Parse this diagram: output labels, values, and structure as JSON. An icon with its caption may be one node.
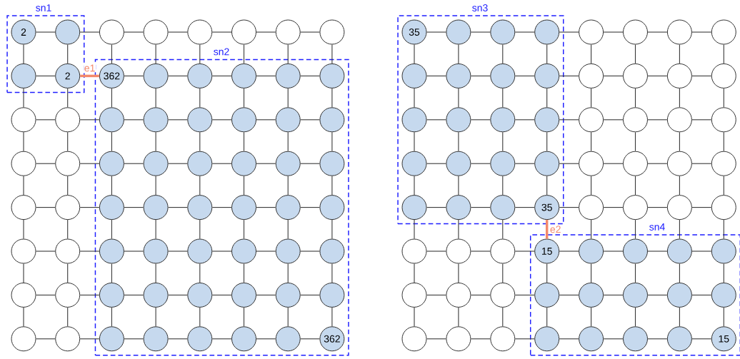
{
  "diagram": {
    "nodes": [
      {
        "text": [
          "sn1"
        ]
      },
      {
        "text": [
          "sn2"
        ]
      },
      {
        "text": [
          "sn3"
        ]
      },
      {
        "text": [
          "sn4"
        ]
      },
      {
        "text": [
          "2"
        ],
        "in": 0
      },
      {
        "text": [],
        "shape": "circle",
        "in": 0
      },
      {
        "text": [],
        "shape": "circle"
      },
      {
        "text": [],
        "shape": "circle"
      },
      {
        "text": [],
        "shape": "circle"
      },
      {
        "text": [],
        "shape": "circle"
      },
      {
        "text": [],
        "shape": "circle"
      },
      {
        "text": [],
        "shape": "circle"
      },
      {
        "text": [],
        "shape": "circle",
        "in": 0
      },
      {
        "text": [
          "2"
        ],
        "in": 0
      },
      {
        "text": [
          "362"
        ],
        "in": 1
      },
      {
        "text": [],
        "shape": "circle",
        "in": 1
      },
      {
        "text": [],
        "shape": "circle",
        "in": 1
      },
      {
        "text": [],
        "shape": "circle",
        "in": 1
      },
      {
        "text": [],
        "shape": "circle",
        "in": 1
      },
      {
        "text": [],
        "shape": "circle",
        "in": 1
      },
      {
        "text": [],
        "shape": "circle"
      },
      {
        "text": [],
        "shape": "circle"
      },
      {
        "text": [],
        "shape": "circle",
        "in": 1
      },
      {
        "text": [],
        "shape": "circle",
        "in": 1
      },
      {
        "text": [],
        "shape": "circle",
        "in": 1
      },
      {
        "text": [],
        "shape": "circle",
        "in": 1
      },
      {
        "text": [],
        "shape": "circle",
        "in": 1
      },
      {
        "text": [],
        "shape": "circle",
        "in": 1
      },
      {
        "text": [],
        "shape": "circle"
      },
      {
        "text": [],
        "shape": "circle"
      },
      {
        "text": [],
        "shape": "circle",
        "in": 1
      },
      {
        "text": [],
        "shape": "circle",
        "in": 1
      },
      {
        "text": [],
        "shape": "circle",
        "in": 1
      },
      {
        "text": [],
        "shape": "circle",
        "in": 1
      },
      {
        "text": [],
        "shape": "circle",
        "in": 1
      },
      {
        "text": [],
        "shape": "circle",
        "in": 1
      },
      {
        "text": [],
        "shape": "circle"
      },
      {
        "text": [],
        "shape": "circle"
      },
      {
        "text": [],
        "shape": "circle",
        "in": 1
      },
      {
        "text": [],
        "shape": "circle",
        "in": 1
      },
      {
        "text": [],
        "shape": "circle",
        "in": 1
      },
      {
        "text": [],
        "shape": "circle",
        "in": 1
      },
      {
        "text": [],
        "shape": "circle",
        "in": 1
      },
      {
        "text": [],
        "shape": "circle",
        "in": 1
      },
      {
        "text": [],
        "shape": "circle"
      },
      {
        "text": [],
        "shape": "circle"
      },
      {
        "text": [],
        "shape": "circle",
        "in": 1
      },
      {
        "text": [],
        "shape": "circle",
        "in": 1
      },
      {
        "text": [],
        "shape": "circle",
        "in": 1
      },
      {
        "text": [],
        "shape": "circle",
        "in": 1
      },
      {
        "text": [],
        "shape": "circle",
        "in": 1
      },
      {
        "text": [],
        "shape": "circle",
        "in": 1
      },
      {
        "text": [],
        "shape": "circle"
      },
      {
        "text": [],
        "shape": "circle"
      },
      {
        "text": [],
        "shape": "circle",
        "in": 1
      },
      {
        "text": [],
        "shape": "circle",
        "in": 1
      },
      {
        "text": [],
        "shape": "circle",
        "in": 1
      },
      {
        "text": [],
        "shape": "circle",
        "in": 1
      },
      {
        "text": [],
        "shape": "circle",
        "in": 1
      },
      {
        "text": [],
        "shape": "circle",
        "in": 1
      },
      {
        "text": [],
        "shape": "circle"
      },
      {
        "text": [],
        "shape": "circle"
      },
      {
        "text": [],
        "shape": "circle",
        "in": 1
      },
      {
        "text": [],
        "shape": "circle",
        "in": 1
      },
      {
        "text": [],
        "shape": "circle",
        "in": 1
      },
      {
        "text": [],
        "shape": "circle",
        "in": 1
      },
      {
        "text": [],
        "shape": "circle",
        "in": 1
      },
      {
        "text": [
          "362"
        ],
        "in": 1
      },
      {
        "text": [
          "35"
        ],
        "in": 2
      },
      {
        "text": [],
        "shape": "circle",
        "in": 2
      },
      {
        "text": [],
        "shape": "circle",
        "in": 2
      },
      {
        "text": [],
        "shape": "circle",
        "in": 2
      },
      {
        "text": [],
        "shape": "circle"
      },
      {
        "text": [],
        "shape": "circle"
      },
      {
        "text": [],
        "shape": "circle"
      },
      {
        "text": [],
        "shape": "circle"
      },
      {
        "text": [],
        "shape": "circle",
        "in": 2
      },
      {
        "text": [],
        "shape": "circle",
        "in": 2
      },
      {
        "text": [],
        "shape": "circle",
        "in": 2
      },
      {
        "text": [],
        "shape": "circle",
        "in": 2
      },
      {
        "text": [],
        "shape": "circle"
      },
      {
        "text": [],
        "shape": "circle"
      },
      {
        "text": [],
        "shape": "circle"
      },
      {
        "text": [],
        "shape": "circle"
      },
      {
        "text": [],
        "shape": "circle",
        "in": 2
      },
      {
        "text": [],
        "shape": "circle",
        "in": 2
      },
      {
        "text": [],
        "shape": "circle",
        "in": 2
      },
      {
        "text": [],
        "shape": "circle",
        "in": 2
      },
      {
        "text": [],
        "shape": "circle"
      },
      {
        "text": [],
        "shape": "circle"
      },
      {
        "text": [],
        "shape": "circle"
      },
      {
        "text": [],
        "shape": "circle"
      },
      {
        "text": [],
        "shape": "circle",
        "in": 2
      },
      {
        "text": [],
        "shape": "circle",
        "in": 2
      },
      {
        "text": [],
        "shape": "circle",
        "in": 2
      },
      {
        "text": [],
        "shape": "circle",
        "in": 2
      },
      {
        "text": [],
        "shape": "circle"
      },
      {
        "text": [],
        "shape": "circle"
      },
      {
        "text": [],
        "shape": "circle"
      },
      {
        "text": [],
        "shape": "circle"
      },
      {
        "text": [],
        "shape": "circle",
        "in": 2
      },
      {
        "text": [],
        "shape": "circle",
        "in": 2
      },
      {
        "text": [],
        "shape": "circle",
        "in": 2
      },
      {
        "text": [
          "35"
        ],
        "in": 2
      },
      {
        "text": [],
        "shape": "circle"
      },
      {
        "text": [],
        "shape": "circle"
      },
      {
        "text": [],
        "shape": "circle"
      },
      {
        "text": [],
        "shape": "circle"
      },
      {
        "text": [],
        "shape": "circle"
      },
      {
        "text": [],
        "shape": "circle"
      },
      {
        "text": [],
        "shape": "circle"
      },
      {
        "text": [
          "15"
        ],
        "in": 3
      },
      {
        "text": [],
        "shape": "circle",
        "in": 3
      },
      {
        "text": [],
        "shape": "circle",
        "in": 3
      },
      {
        "text": [],
        "shape": "circle",
        "in": 3
      },
      {
        "text": [],
        "shape": "circle",
        "in": 3
      },
      {
        "text": [],
        "shape": "circle"
      },
      {
        "text": [],
        "shape": "circle"
      },
      {
        "text": [],
        "shape": "circle"
      },
      {
        "text": [],
        "shape": "circle",
        "in": 3
      },
      {
        "text": [],
        "shape": "circle",
        "in": 3
      },
      {
        "text": [],
        "shape": "circle",
        "in": 3
      },
      {
        "text": [],
        "shape": "circle",
        "in": 3
      },
      {
        "text": [],
        "shape": "circle",
        "in": 3
      },
      {
        "text": [],
        "shape": "circle"
      },
      {
        "text": [],
        "shape": "circle"
      },
      {
        "text": [],
        "shape": "circle"
      },
      {
        "text": [],
        "shape": "circle",
        "in": 3
      },
      {
        "text": [],
        "shape": "circle",
        "in": 3
      },
      {
        "text": [],
        "shape": "circle",
        "in": 3
      },
      {
        "text": [],
        "shape": "circle",
        "in": 3
      },
      {
        "text": [
          "15"
        ],
        "in": 3
      }
    ],
    "edges": [
      {
        "from": 4,
        "to": 5,
        "arrow": "none"
      },
      {
        "from": 5,
        "to": 6,
        "arrow": "none"
      },
      {
        "from": 6,
        "to": 7,
        "arrow": "none"
      },
      {
        "from": 7,
        "to": 8,
        "arrow": "none"
      },
      {
        "from": 8,
        "to": 9,
        "arrow": "none"
      },
      {
        "from": 9,
        "to": 10,
        "arrow": "none"
      },
      {
        "from": 10,
        "to": 11,
        "arrow": "none"
      },
      {
        "from": 12,
        "to": 13,
        "arrow": "none"
      },
      {
        "from": 13,
        "to": 14,
        "arrow": "none",
        "label": "e1",
        "style": "thick",
        "color": "#f4896b"
      },
      {
        "from": 14,
        "to": 15,
        "arrow": "none"
      },
      {
        "from": 15,
        "to": 16,
        "arrow": "none"
      },
      {
        "from": 16,
        "to": 17,
        "arrow": "none"
      },
      {
        "from": 17,
        "to": 18,
        "arrow": "none"
      },
      {
        "from": 18,
        "to": 19,
        "arrow": "none"
      },
      {
        "from": 20,
        "to": 21,
        "arrow": "none"
      },
      {
        "from": 21,
        "to": 22,
        "arrow": "none"
      },
      {
        "from": 22,
        "to": 23,
        "arrow": "none"
      },
      {
        "from": 23,
        "to": 24,
        "arrow": "none"
      },
      {
        "from": 24,
        "to": 25,
        "arrow": "none"
      },
      {
        "from": 25,
        "to": 26,
        "arrow": "none"
      },
      {
        "from": 26,
        "to": 27,
        "arrow": "none"
      },
      {
        "from": 28,
        "to": 29,
        "arrow": "none"
      },
      {
        "from": 29,
        "to": 30,
        "arrow": "none"
      },
      {
        "from": 30,
        "to": 31,
        "arrow": "none"
      },
      {
        "from": 31,
        "to": 32,
        "arrow": "none"
      },
      {
        "from": 32,
        "to": 33,
        "arrow": "none"
      },
      {
        "from": 33,
        "to": 34,
        "arrow": "none"
      },
      {
        "from": 34,
        "to": 35,
        "arrow": "none"
      },
      {
        "from": 36,
        "to": 37,
        "arrow": "none"
      },
      {
        "from": 37,
        "to": 38,
        "arrow": "none"
      },
      {
        "from": 38,
        "to": 39,
        "arrow": "none"
      },
      {
        "from": 39,
        "to": 40,
        "arrow": "none"
      },
      {
        "from": 40,
        "to": 41,
        "arrow": "none"
      },
      {
        "from": 41,
        "to": 42,
        "arrow": "none"
      },
      {
        "from": 42,
        "to": 43,
        "arrow": "none"
      },
      {
        "from": 44,
        "to": 45,
        "arrow": "none"
      },
      {
        "from": 45,
        "to": 46,
        "arrow": "none"
      },
      {
        "from": 46,
        "to": 47,
        "arrow": "none"
      },
      {
        "from": 47,
        "to": 48,
        "arrow": "none"
      },
      {
        "from": 48,
        "to": 49,
        "arrow": "none"
      },
      {
        "from": 49,
        "to": 50,
        "arrow": "none"
      },
      {
        "from": 50,
        "to": 51,
        "arrow": "none"
      },
      {
        "from": 52,
        "to": 53,
        "arrow": "none"
      },
      {
        "from": 53,
        "to": 54,
        "arrow": "none"
      },
      {
        "from": 54,
        "to": 55,
        "arrow": "none"
      },
      {
        "from": 55,
        "to": 56,
        "arrow": "none"
      },
      {
        "from": 56,
        "to": 57,
        "arrow": "none"
      },
      {
        "from": 57,
        "to": 58,
        "arrow": "none"
      },
      {
        "from": 58,
        "to": 59,
        "arrow": "none"
      },
      {
        "from": 60,
        "to": 61,
        "arrow": "none"
      },
      {
        "from": 61,
        "to": 62,
        "arrow": "none"
      },
      {
        "from": 62,
        "to": 63,
        "arrow": "none"
      },
      {
        "from": 63,
        "to": 64,
        "arrow": "none"
      },
      {
        "from": 64,
        "to": 65,
        "arrow": "none"
      },
      {
        "from": 65,
        "to": 66,
        "arrow": "none"
      },
      {
        "from": 66,
        "to": 67,
        "arrow": "none"
      },
      {
        "from": 4,
        "to": 12,
        "arrow": "none"
      },
      {
        "from": 5,
        "to": 13,
        "arrow": "none"
      },
      {
        "from": 6,
        "to": 14,
        "arrow": "none"
      },
      {
        "from": 7,
        "to": 15,
        "arrow": "none"
      },
      {
        "from": 8,
        "to": 16,
        "arrow": "none"
      },
      {
        "from": 9,
        "to": 17,
        "arrow": "none"
      },
      {
        "from": 10,
        "to": 18,
        "arrow": "none"
      },
      {
        "from": 11,
        "to": 19,
        "arrow": "none"
      },
      {
        "from": 12,
        "to": 20,
        "arrow": "none"
      },
      {
        "from": 13,
        "to": 21,
        "arrow": "none"
      },
      {
        "from": 14,
        "to": 22,
        "arrow": "none"
      },
      {
        "from": 15,
        "to": 23,
        "arrow": "none"
      },
      {
        "from": 16,
        "to": 24,
        "arrow": "none"
      },
      {
        "from": 17,
        "to": 25,
        "arrow": "none"
      },
      {
        "from": 18,
        "to": 26,
        "arrow": "none"
      },
      {
        "from": 19,
        "to": 27,
        "arrow": "none"
      },
      {
        "from": 20,
        "to": 28,
        "arrow": "none"
      },
      {
        "from": 21,
        "to": 29,
        "arrow": "none"
      },
      {
        "from": 22,
        "to": 30,
        "arrow": "none"
      },
      {
        "from": 23,
        "to": 31,
        "arrow": "none"
      },
      {
        "from": 24,
        "to": 32,
        "arrow": "none"
      },
      {
        "from": 25,
        "to": 33,
        "arrow": "none"
      },
      {
        "from": 26,
        "to": 34,
        "arrow": "none"
      },
      {
        "from": 27,
        "to": 35,
        "arrow": "none"
      },
      {
        "from": 28,
        "to": 36,
        "arrow": "none"
      },
      {
        "from": 29,
        "to": 37,
        "arrow": "none"
      },
      {
        "from": 30,
        "to": 38,
        "arrow": "none"
      },
      {
        "from": 31,
        "to": 39,
        "arrow": "none"
      },
      {
        "from": 32,
        "to": 40,
        "arrow": "none"
      },
      {
        "from": 33,
        "to": 41,
        "arrow": "none"
      },
      {
        "from": 34,
        "to": 42,
        "arrow": "none"
      },
      {
        "from": 35,
        "to": 43,
        "arrow": "none"
      },
      {
        "from": 36,
        "to": 44,
        "arrow": "none"
      },
      {
        "from": 37,
        "to": 45,
        "arrow": "none"
      },
      {
        "from": 38,
        "to": 46,
        "arrow": "none"
      },
      {
        "from": 39,
        "to": 47,
        "arrow": "none"
      },
      {
        "from": 40,
        "to": 48,
        "arrow": "none"
      },
      {
        "from": 41,
        "to": 49,
        "arrow": "none"
      },
      {
        "from": 42,
        "to": 50,
        "arrow": "none"
      },
      {
        "from": 43,
        "to": 51,
        "arrow": "none"
      },
      {
        "from": 44,
        "to": 52,
        "arrow": "none"
      },
      {
        "from": 45,
        "to": 53,
        "arrow": "none"
      },
      {
        "from": 46,
        "to": 54,
        "arrow": "none"
      },
      {
        "from": 47,
        "to": 55,
        "arrow": "none"
      },
      {
        "from": 48,
        "to": 56,
        "arrow": "none"
      },
      {
        "from": 49,
        "to": 57,
        "arrow": "none"
      },
      {
        "from": 50,
        "to": 58,
        "arrow": "none"
      },
      {
        "from": 51,
        "to": 59,
        "arrow": "none"
      },
      {
        "from": 52,
        "to": 60,
        "arrow": "none"
      },
      {
        "from": 53,
        "to": 61,
        "arrow": "none"
      },
      {
        "from": 54,
        "to": 62,
        "arrow": "none"
      },
      {
        "from": 55,
        "to": 63,
        "arrow": "none"
      },
      {
        "from": 56,
        "to": 64,
        "arrow": "none"
      },
      {
        "from": 57,
        "to": 65,
        "arrow": "none"
      },
      {
        "from": 58,
        "to": 66,
        "arrow": "none"
      },
      {
        "from": 59,
        "to": 67,
        "arrow": "none"
      },
      {
        "from": 68,
        "to": 69,
        "arrow": "none"
      },
      {
        "from": 69,
        "to": 70,
        "arrow": "none"
      },
      {
        "from": 70,
        "to": 71,
        "arrow": "none"
      },
      {
        "from": 71,
        "to": 72,
        "arrow": "none"
      },
      {
        "from": 72,
        "to": 73,
        "arrow": "none"
      },
      {
        "from": 73,
        "to": 74,
        "arrow": "none"
      },
      {
        "from": 74,
        "to": 75,
        "arrow": "none"
      },
      {
        "from": 76,
        "to": 77,
        "arrow": "none"
      },
      {
        "from": 77,
        "to": 78,
        "arrow": "none"
      },
      {
        "from": 78,
        "to": 79,
        "arrow": "none"
      },
      {
        "from": 79,
        "to": 80,
        "arrow": "none"
      },
      {
        "from": 80,
        "to": 81,
        "arrow": "none"
      },
      {
        "from": 81,
        "to": 82,
        "arrow": "none"
      },
      {
        "from": 82,
        "to": 83,
        "arrow": "none"
      },
      {
        "from": 84,
        "to": 85,
        "arrow": "none"
      },
      {
        "from": 85,
        "to": 86,
        "arrow": "none"
      },
      {
        "from": 86,
        "to": 87,
        "arrow": "none"
      },
      {
        "from": 87,
        "to": 88,
        "arrow": "none"
      },
      {
        "from": 88,
        "to": 89,
        "arrow": "none"
      },
      {
        "from": 89,
        "to": 90,
        "arrow": "none"
      },
      {
        "from": 90,
        "to": 91,
        "arrow": "none"
      },
      {
        "from": 92,
        "to": 93,
        "arrow": "none"
      },
      {
        "from": 93,
        "to": 94,
        "arrow": "none"
      },
      {
        "from": 94,
        "to": 95,
        "arrow": "none"
      },
      {
        "from": 95,
        "to": 96,
        "arrow": "none"
      },
      {
        "from": 96,
        "to": 97,
        "arrow": "none"
      },
      {
        "from": 97,
        "to": 98,
        "arrow": "none"
      },
      {
        "from": 98,
        "to": 99,
        "arrow": "none"
      },
      {
        "from": 100,
        "to": 101,
        "arrow": "none"
      },
      {
        "from": 101,
        "to": 102,
        "arrow": "none"
      },
      {
        "from": 102,
        "to": 103,
        "arrow": "none"
      },
      {
        "from": 103,
        "to": 104,
        "arrow": "none"
      },
      {
        "from": 104,
        "to": 105,
        "arrow": "none"
      },
      {
        "from": 105,
        "to": 106,
        "arrow": "none"
      },
      {
        "from": 106,
        "to": 107,
        "arrow": "none"
      },
      {
        "from": 108,
        "to": 109,
        "arrow": "none"
      },
      {
        "from": 109,
        "to": 110,
        "arrow": "none"
      },
      {
        "from": 110,
        "to": 111,
        "arrow": "none"
      },
      {
        "from": 111,
        "to": 112,
        "arrow": "none"
      },
      {
        "from": 112,
        "to": 113,
        "arrow": "none"
      },
      {
        "from": 113,
        "to": 114,
        "arrow": "none"
      },
      {
        "from": 114,
        "to": 115,
        "arrow": "none"
      },
      {
        "from": 116,
        "to": 117,
        "arrow": "none"
      },
      {
        "from": 117,
        "to": 118,
        "arrow": "none"
      },
      {
        "from": 118,
        "to": 119,
        "arrow": "none"
      },
      {
        "from": 119,
        "to": 120,
        "arrow": "none"
      },
      {
        "from": 120,
        "to": 121,
        "arrow": "none"
      },
      {
        "from": 121,
        "to": 122,
        "arrow": "none"
      },
      {
        "from": 122,
        "to": 123,
        "arrow": "none"
      },
      {
        "from": 124,
        "to": 125,
        "arrow": "none"
      },
      {
        "from": 125,
        "to": 126,
        "arrow": "none"
      },
      {
        "from": 126,
        "to": 127,
        "arrow": "none"
      },
      {
        "from": 127,
        "to": 128,
        "arrow": "none"
      },
      {
        "from": 128,
        "to": 129,
        "arrow": "none"
      },
      {
        "from": 129,
        "to": 130,
        "arrow": "none"
      },
      {
        "from": 130,
        "to": 131,
        "arrow": "none"
      },
      {
        "from": 68,
        "to": 76,
        "arrow": "none"
      },
      {
        "from": 69,
        "to": 77,
        "arrow": "none"
      },
      {
        "from": 70,
        "to": 78,
        "arrow": "none"
      },
      {
        "from": 71,
        "to": 79,
        "arrow": "none"
      },
      {
        "from": 72,
        "to": 80,
        "arrow": "none"
      },
      {
        "from": 73,
        "to": 81,
        "arrow": "none"
      },
      {
        "from": 74,
        "to": 82,
        "arrow": "none"
      },
      {
        "from": 75,
        "to": 83,
        "arrow": "none"
      },
      {
        "from": 76,
        "to": 84,
        "arrow": "none"
      },
      {
        "from": 77,
        "to": 85,
        "arrow": "none"
      },
      {
        "from": 78,
        "to": 86,
        "arrow": "none"
      },
      {
        "from": 79,
        "to": 87,
        "arrow": "none"
      },
      {
        "from": 80,
        "to": 88,
        "arrow": "none"
      },
      {
        "from": 81,
        "to": 89,
        "arrow": "none"
      },
      {
        "from": 82,
        "to": 90,
        "arrow": "none"
      },
      {
        "from": 83,
        "to": 91,
        "arrow": "none"
      },
      {
        "from": 84,
        "to": 92,
        "arrow": "none"
      },
      {
        "from": 85,
        "to": 93,
        "arrow": "none"
      },
      {
        "from": 86,
        "to": 94,
        "arrow": "none"
      },
      {
        "from": 87,
        "to": 95,
        "arrow": "none"
      },
      {
        "from": 88,
        "to": 96,
        "arrow": "none"
      },
      {
        "from": 89,
        "to": 97,
        "arrow": "none"
      },
      {
        "from": 90,
        "to": 98,
        "arrow": "none"
      },
      {
        "from": 91,
        "to": 99,
        "arrow": "none"
      },
      {
        "from": 92,
        "to": 100,
        "arrow": "none"
      },
      {
        "from": 93,
        "to": 101,
        "arrow": "none"
      },
      {
        "from": 94,
        "to": 102,
        "arrow": "none"
      },
      {
        "from": 95,
        "to": 103,
        "arrow": "none"
      },
      {
        "from": 96,
        "to": 104,
        "arrow": "none"
      },
      {
        "from": 97,
        "to": 105,
        "arrow": "none"
      },
      {
        "from": 98,
        "to": 106,
        "arrow": "none"
      },
      {
        "from": 99,
        "to": 107,
        "arrow": "none"
      },
      {
        "from": 100,
        "to": 108,
        "arrow": "none"
      },
      {
        "from": 101,
        "to": 109,
        "arrow": "none"
      },
      {
        "from": 102,
        "to": 110,
        "arrow": "none"
      },
      {
        "from": 103,
        "to": 111,
        "arrow": "none",
        "label": "e2",
        "style": "thick",
        "color": "#f4896b"
      },
      {
        "from": 104,
        "to": 112,
        "arrow": "none"
      },
      {
        "from": 105,
        "to": 113,
        "arrow": "none"
      },
      {
        "from": 106,
        "to": 114,
        "arrow": "none"
      },
      {
        "from": 107,
        "to": 115,
        "arrow": "none"
      },
      {
        "from": 108,
        "to": 116,
        "arrow": "none"
      },
      {
        "from": 109,
        "to": 117,
        "arrow": "none"
      },
      {
        "from": 110,
        "to": 118,
        "arrow": "none"
      },
      {
        "from": 111,
        "to": 119,
        "arrow": "none"
      },
      {
        "from": 112,
        "to": 120,
        "arrow": "none"
      },
      {
        "from": 113,
        "to": 121,
        "arrow": "none"
      },
      {
        "from": 114,
        "to": 122,
        "arrow": "none"
      },
      {
        "from": 115,
        "to": 123,
        "arrow": "none"
      },
      {
        "from": 116,
        "to": 124,
        "arrow": "none"
      },
      {
        "from": 117,
        "to": 125,
        "arrow": "none"
      },
      {
        "from": 118,
        "to": 126,
        "arrow": "none"
      },
      {
        "from": 119,
        "to": 127,
        "arrow": "none"
      },
      {
        "from": 120,
        "to": 128,
        "arrow": "none"
      },
      {
        "from": 121,
        "to": 129,
        "arrow": "none"
      },
      {
        "from": 122,
        "to": 130,
        "arrow": "none"
      },
      {
        "from": 123,
        "to": 131,
        "arrow": "none"
      }
    ]
  }
}
